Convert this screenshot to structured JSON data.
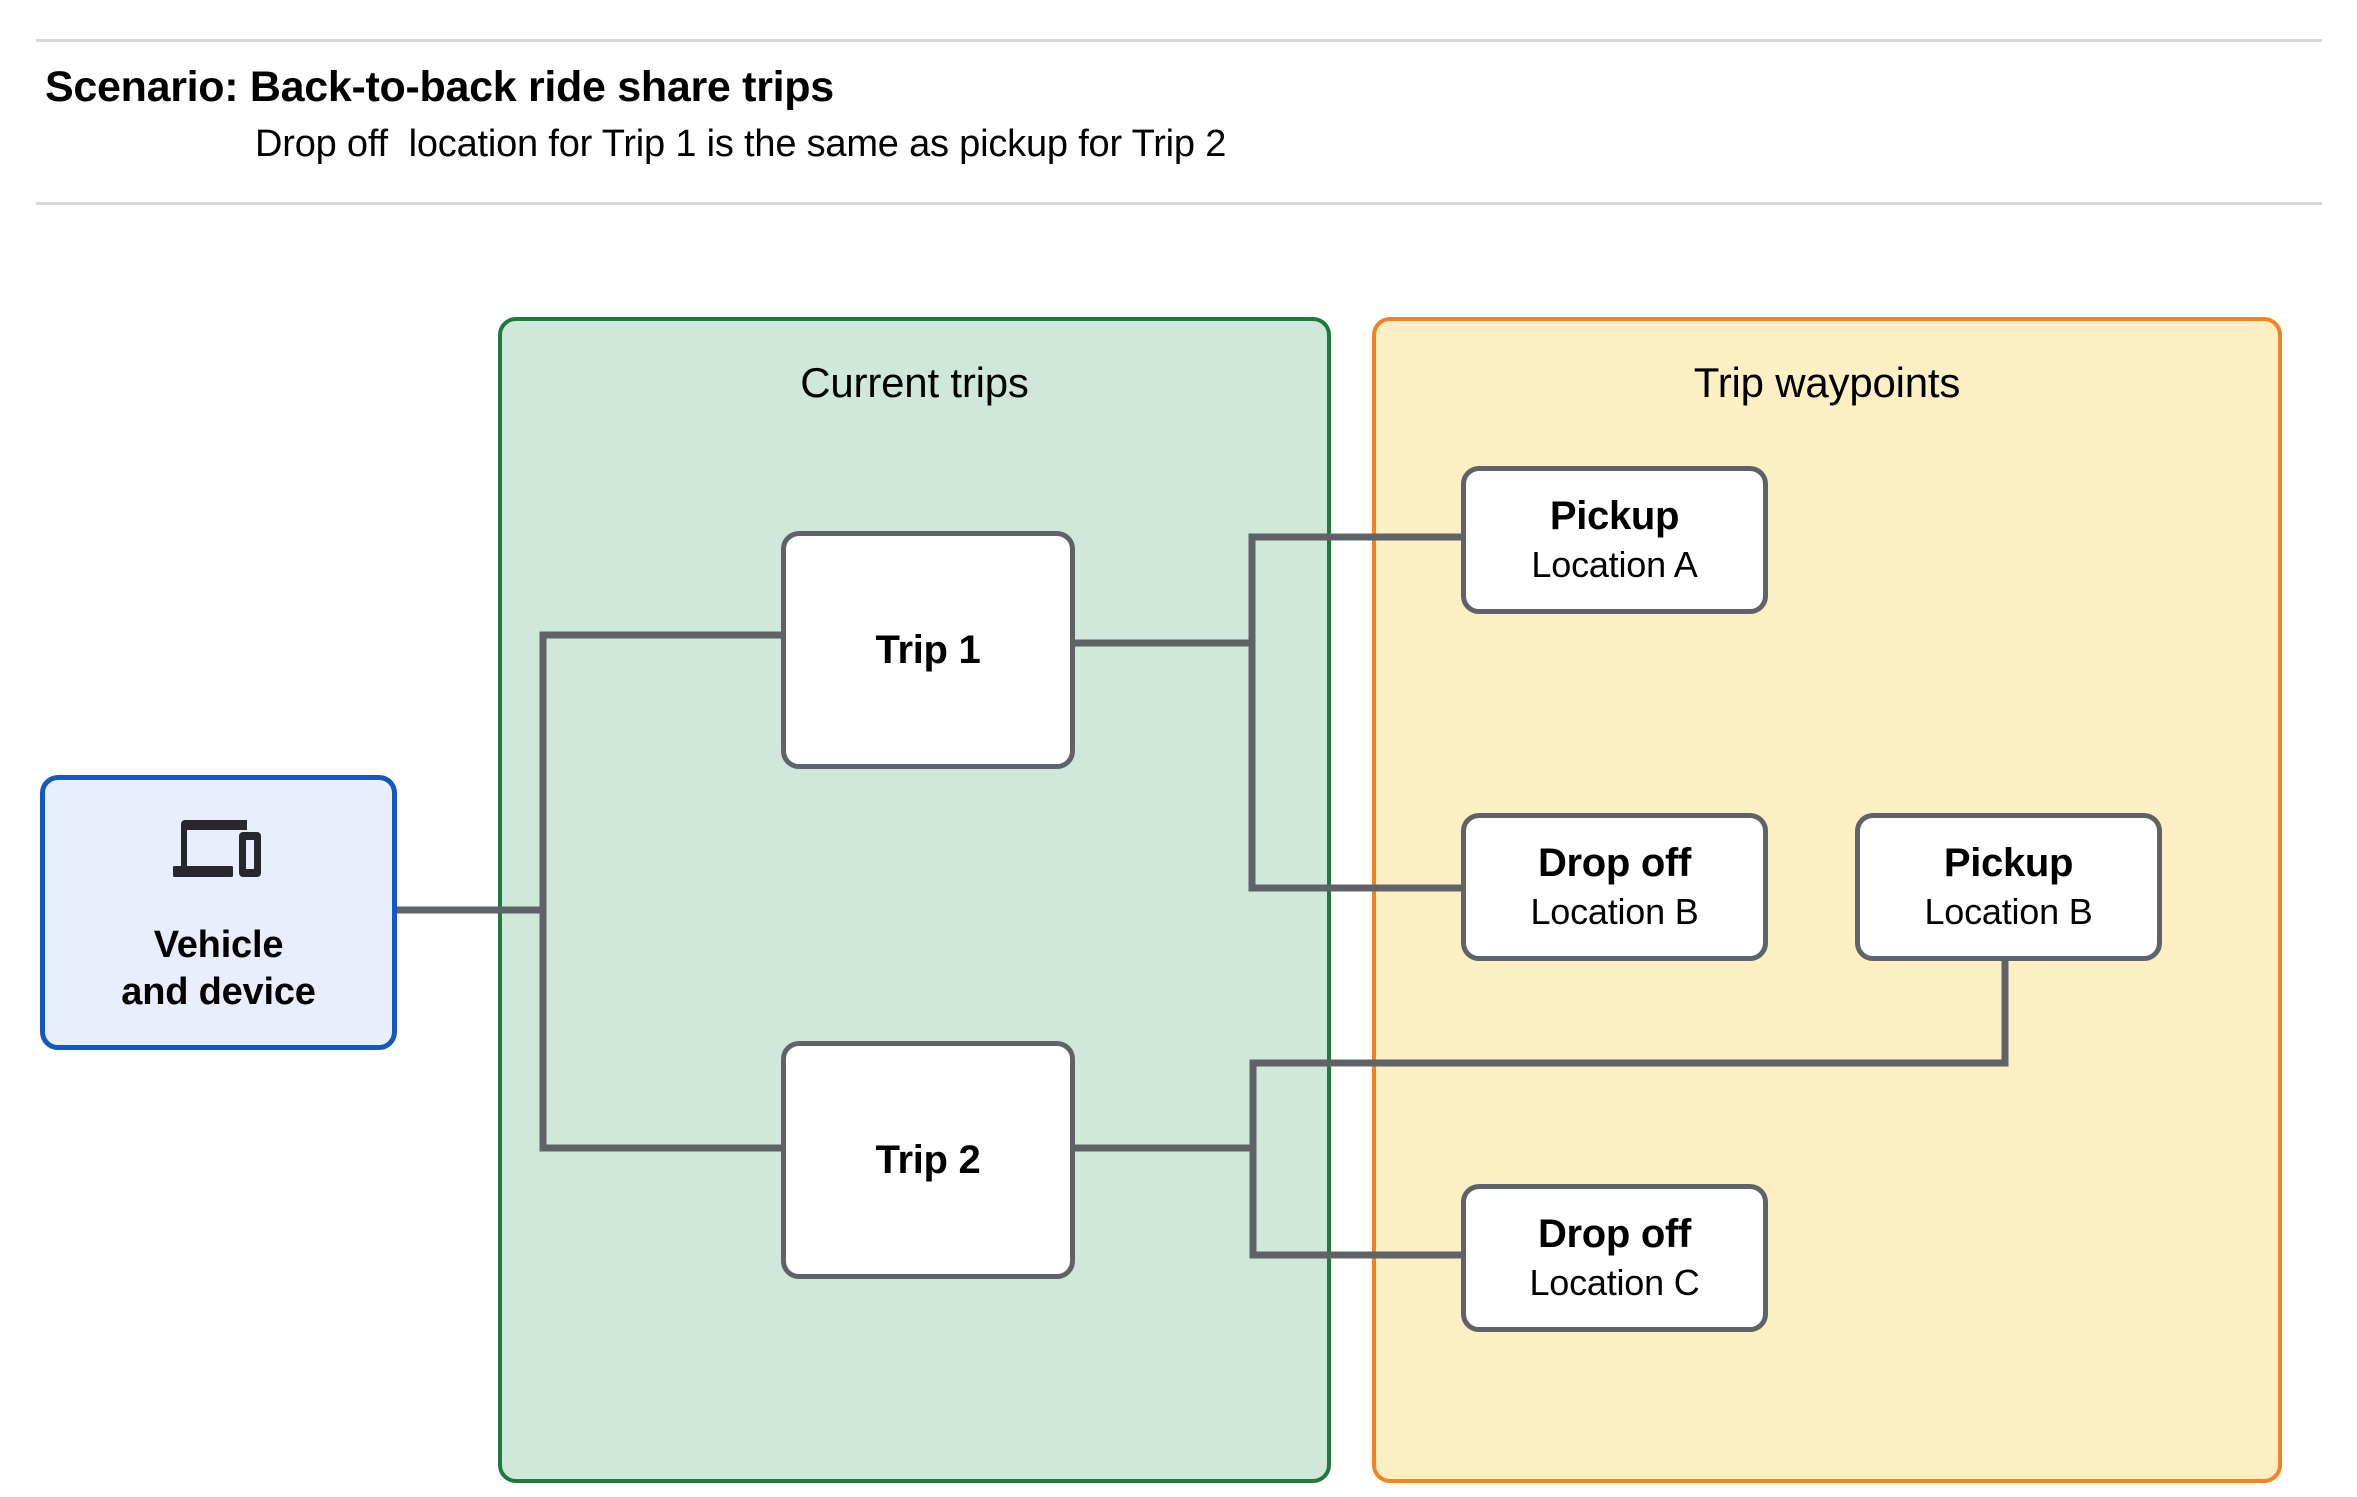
{
  "header": {
    "title": "Scenario: Back-to-back ride share trips",
    "subtitle": "Drop off  location for Trip 1 is the same as pickup for Trip 2"
  },
  "panels": {
    "current_trips": {
      "title": "Current trips",
      "fill": "#cfe8da",
      "border": "#1e7b3c"
    },
    "trip_waypoints": {
      "title": "Trip waypoints",
      "fill": "#fcefc3",
      "border": "#f58220"
    }
  },
  "vehicle": {
    "label": "Vehicle\nand device",
    "icon": "laptop-and-phone-icon",
    "fill": "#e8eefb",
    "border": "#1558c0"
  },
  "trips": [
    {
      "label": "Trip 1"
    },
    {
      "label": "Trip 2"
    }
  ],
  "waypoints": [
    {
      "type": "Pickup",
      "location": "Location A"
    },
    {
      "type": "Drop off",
      "location": "Location B"
    },
    {
      "type": "Pickup",
      "location": "Location B"
    },
    {
      "type": "Drop off",
      "location": "Location C"
    }
  ],
  "connector_color": "#5f6368"
}
